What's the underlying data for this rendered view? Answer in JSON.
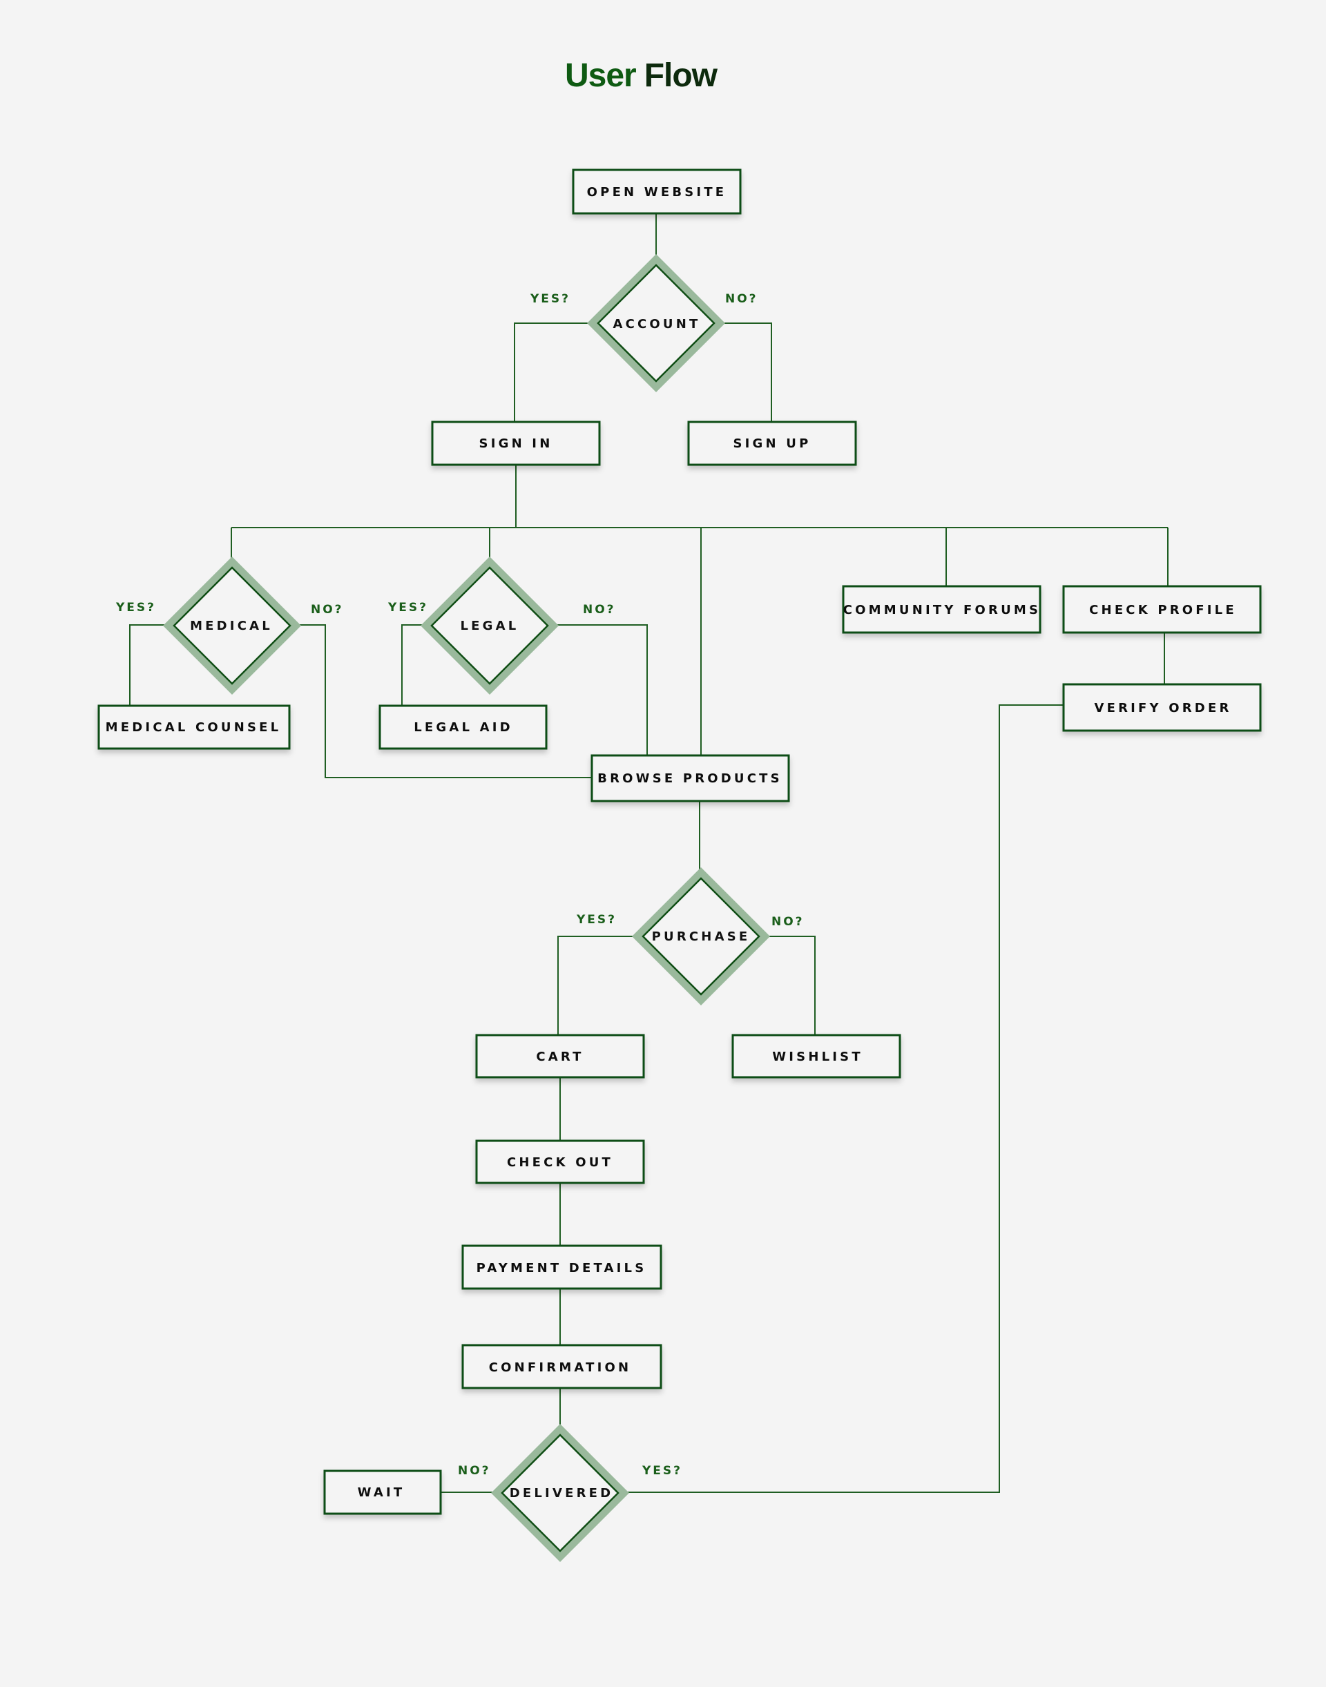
{
  "title": {
    "word1": "User",
    "word2": "Flow"
  },
  "colors": {
    "accent": "#0e5a12",
    "dark": "#0d2a0d",
    "halo": "#9ab99c",
    "background": "#f4f4f4"
  },
  "nodes": {
    "open_website": "OPEN WEBSITE",
    "account": "ACCOUNT",
    "sign_in": "SIGN IN",
    "sign_up": "SIGN UP",
    "medical": "MEDICAL",
    "legal": "LEGAL",
    "community_forums": "COMMUNITY FORUMS",
    "check_profile": "CHECK PROFILE",
    "medical_counsel": "MEDICAL COUNSEL",
    "legal_aid": "LEGAL AID",
    "verify_order": "VERIFY ORDER",
    "browse_products": "BROWSE PRODUCTS",
    "purchase": "PURCHASE",
    "cart": "CART",
    "wishlist": "WISHLIST",
    "check_out": "CHECK OUT",
    "payment_details": "PAYMENT DETAILS",
    "confirmation": "CONFIRMATION",
    "delivered": "DELIVERED",
    "wait": "WAIT"
  },
  "edge_labels": {
    "account_yes": "YES?",
    "account_no": "NO?",
    "medical_yes": "YES?",
    "medical_no": "NO?",
    "legal_yes": "YES?",
    "legal_no": "NO?",
    "purchase_yes": "YES?",
    "purchase_no": "NO?",
    "delivered_no": "NO?",
    "delivered_yes": "YES?"
  }
}
